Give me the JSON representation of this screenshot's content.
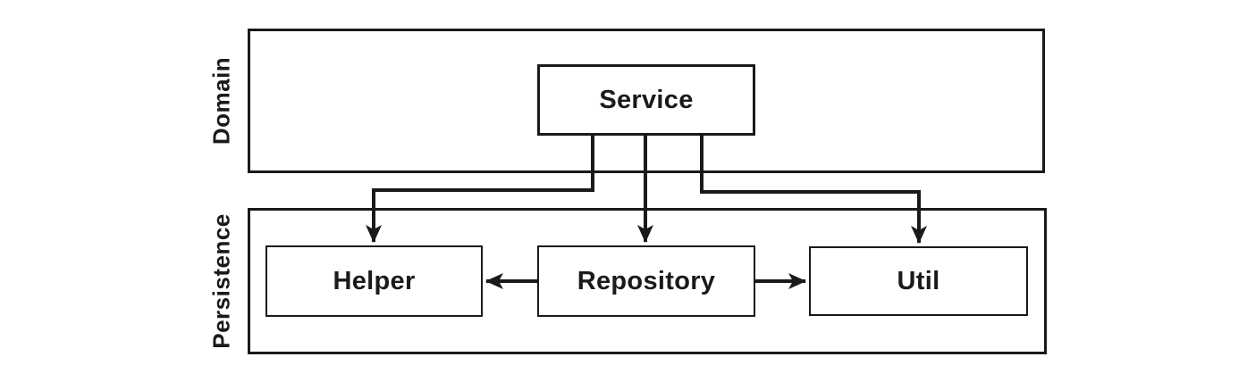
{
  "diagram": {
    "type": "layered-architecture",
    "colors": {
      "background": "#ffffff",
      "line": "#1a1a1a"
    },
    "layers": [
      {
        "id": "domain",
        "label": "Domain",
        "nodes": [
          {
            "id": "service",
            "label": "Service"
          }
        ]
      },
      {
        "id": "persistence",
        "label": "Persistence",
        "nodes": [
          {
            "id": "helper",
            "label": "Helper"
          },
          {
            "id": "repository",
            "label": "Repository"
          },
          {
            "id": "util",
            "label": "Util"
          }
        ]
      }
    ],
    "edges": [
      {
        "from": "Service",
        "to": "Helper",
        "style": "solid-arrow"
      },
      {
        "from": "Service",
        "to": "Repository",
        "style": "solid-arrow"
      },
      {
        "from": "Service",
        "to": "Util",
        "style": "solid-arrow"
      },
      {
        "from": "Repository",
        "to": "Helper",
        "style": "solid-arrow"
      },
      {
        "from": "Repository",
        "to": "Util",
        "style": "solid-arrow"
      }
    ]
  }
}
